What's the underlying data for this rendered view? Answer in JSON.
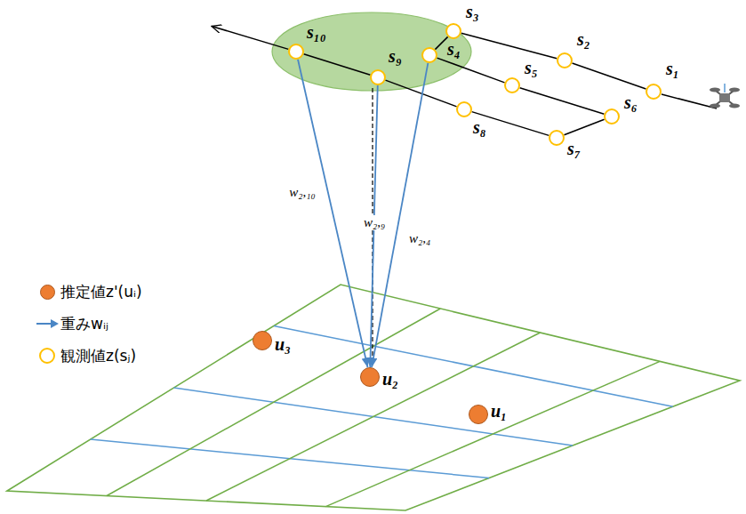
{
  "diagram": {
    "nodes": [
      {
        "text": [
          "s₁"
        ]
      },
      {
        "text": [
          "s₂"
        ]
      },
      {
        "text": [
          "s₃"
        ]
      },
      {
        "text": [
          "s₄"
        ]
      },
      {
        "text": [
          "s₅"
        ]
      },
      {
        "text": [
          "s₆"
        ]
      },
      {
        "text": [
          "s₇"
        ]
      },
      {
        "text": [
          "s₈"
        ]
      },
      {
        "text": [
          "s₉"
        ]
      },
      {
        "text": [
          "s₁₀"
        ]
      },
      {
        "text": [
          "u₁"
        ]
      },
      {
        "text": [
          "u₂"
        ]
      },
      {
        "text": [
          "u₃"
        ]
      }
    ],
    "edges": [
      {
        "from": 0,
        "to": 1,
        "arrow": "none"
      },
      {
        "from": 1,
        "to": 2,
        "arrow": "none"
      },
      {
        "from": 2,
        "to": 3,
        "arrow": "none"
      },
      {
        "from": 3,
        "to": 4,
        "arrow": "none"
      },
      {
        "from": 4,
        "to": 5,
        "arrow": "none"
      },
      {
        "from": 5,
        "to": 6,
        "arrow": "none"
      },
      {
        "from": 6,
        "to": 7,
        "arrow": "none"
      },
      {
        "from": 7,
        "to": 8,
        "arrow": "none"
      },
      {
        "from": 8,
        "to": 9,
        "arrow": "none"
      },
      {
        "from": 9,
        "to": 11,
        "arrow": "to",
        "label": "w₂,₁₀"
      },
      {
        "from": 8,
        "to": 11,
        "arrow": "to",
        "label": "w₂,₉"
      },
      {
        "from": 3,
        "to": 11,
        "arrow": "to",
        "label": "w₂,₄"
      }
    ],
    "legend": [
      {
        "text": "推定値z'(uᵢ)",
        "color": "#ed7d31"
      },
      {
        "text": "重みwᵢⱼ"
      },
      {
        "text": "観測値z(sⱼ)"
      }
    ]
  }
}
